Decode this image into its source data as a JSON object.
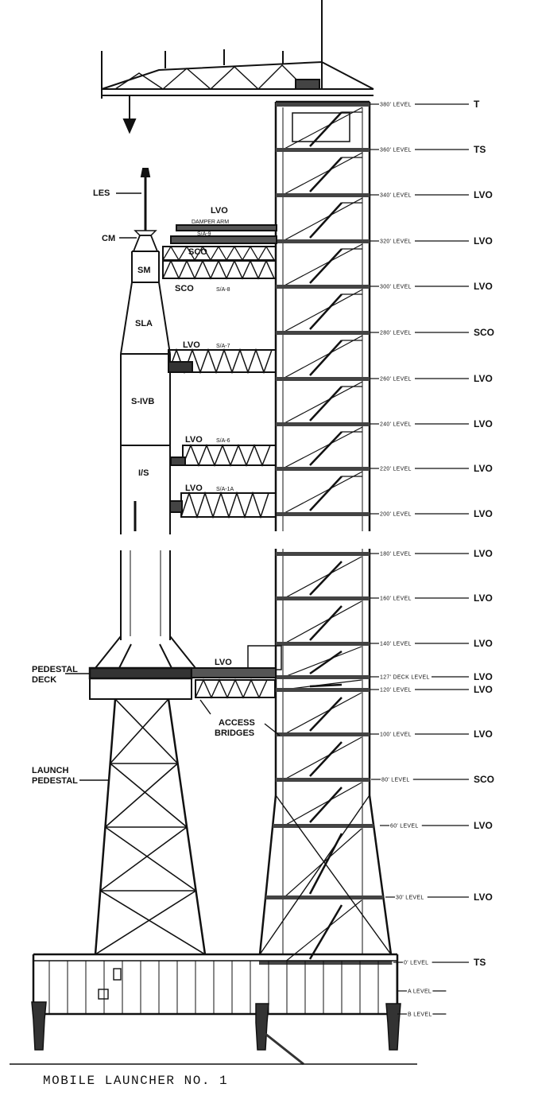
{
  "caption": "MOBILE LAUNCHER NO. 1",
  "levels": [
    {
      "label": "380' LEVEL",
      "tag": "T"
    },
    {
      "label": "360' LEVEL",
      "tag": "TS"
    },
    {
      "label": "340' LEVEL",
      "tag": "LVO"
    },
    {
      "label": "320' LEVEL",
      "tag": "LVO"
    },
    {
      "label": "300' LEVEL",
      "tag": "LVO"
    },
    {
      "label": "280' LEVEL",
      "tag": "SCO"
    },
    {
      "label": "260' LEVEL",
      "tag": "LVO"
    },
    {
      "label": "240' LEVEL",
      "tag": "LVO"
    },
    {
      "label": "220' LEVEL",
      "tag": "LVO"
    },
    {
      "label": "200' LEVEL",
      "tag": "LVO"
    },
    {
      "label": "180' LEVEL",
      "tag": "LVO"
    },
    {
      "label": "160' LEVEL",
      "tag": "LVO"
    },
    {
      "label": "140' LEVEL",
      "tag": "LVO"
    },
    {
      "label": "127' DECK LEVEL",
      "tag": "LVO"
    },
    {
      "label": "120' LEVEL",
      "tag": "LVO"
    },
    {
      "label": "100' LEVEL",
      "tag": "LVO"
    },
    {
      "label": "80' LEVEL",
      "tag": "SCO"
    },
    {
      "label": "60' LEVEL",
      "tag": "LVO"
    },
    {
      "label": "30' LEVEL",
      "tag": "LVO"
    },
    {
      "label": "0' LEVEL",
      "tag": "TS"
    },
    {
      "label": "A LEVEL",
      "tag": ""
    },
    {
      "label": "B LEVEL",
      "tag": ""
    }
  ],
  "vehicle": {
    "les": "LES",
    "cm": "CM",
    "sm": "SM",
    "sla": "SLA",
    "s4b": "S-IVB",
    "is": "I/S"
  },
  "arms": {
    "damper_lvo": "LVO",
    "damper": "DAMPER ARM",
    "arm9": "S/A-9",
    "sco_upper": "SCO",
    "sco_lower": "SCO",
    "arm8": "S/A-8",
    "lvo7": "LVO",
    "arm7": "S/A-7",
    "lvo6": "LVO",
    "arm6": "S/A-6",
    "lvo1a": "LVO",
    "arm1a": "S/A-1A",
    "bridge_lvo": "LVO"
  },
  "labels": {
    "pedestal_deck_1": "PEDESTAL",
    "pedestal_deck_2": "DECK",
    "access_1": "ACCESS",
    "access_2": "BRIDGES",
    "launch_1": "LAUNCH",
    "launch_2": "PEDESTAL"
  }
}
